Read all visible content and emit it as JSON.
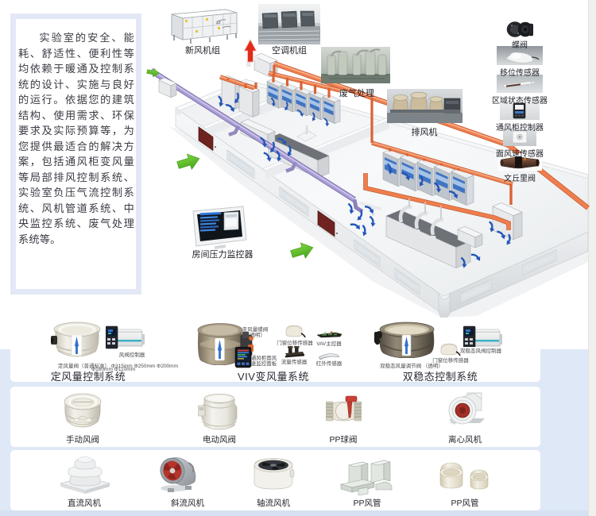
{
  "page": {
    "background": "#ffffff",
    "lower_background": "#dfe8f6",
    "footer_color": "#d5e1f2"
  },
  "intro": {
    "text": "实验室的安全、能耗、舒适性、便利性等均依赖于暖通及控制系统的设计、实施与良好的运行。依据您的建筑结构、使用需求、环保要求及实际预算等，为您提供最适合的解决方案，包括通风柜变风量等局部排风控制系统、实验室负压气流控制系统、风机管道系统、中央监控系统、废气处理系统等。"
  },
  "diagram": {
    "top_units": [
      {
        "label": "新风机组"
      },
      {
        "label": "空调机组"
      },
      {
        "label": "废气处理"
      },
      {
        "label": "排风机"
      }
    ],
    "side_components": [
      {
        "label": "蝶阀"
      },
      {
        "label": "移位传感器"
      },
      {
        "label": "区域状态传感器"
      },
      {
        "label": "通风柜控制器"
      },
      {
        "label": "面风速传感器"
      },
      {
        "label": "文丘里阀"
      }
    ],
    "monitor_label": "房间压力监控器"
  },
  "systems": {
    "cav": {
      "label": "定风量控制系统",
      "controller_label": "风阀控制器",
      "caption_line1": "定风量阀（普通标准） Φ315mm Φ250mm Φ200mm",
      "caption_line2": "Φ160mm Φ110mm"
    },
    "vav": {
      "label": "VIV变风量系统",
      "valve_caption_line1": "变风量蝶阀",
      "valve_caption_line2": "（透明）",
      "panel_caption_line1": "通风柜面风",
      "panel_caption_line2": "速监控面板",
      "parts": [
        {
          "label": "门窗位移传感器"
        },
        {
          "label": "VAV主控器"
        },
        {
          "label": "流量传感器"
        },
        {
          "label": "红外传感器"
        }
      ]
    },
    "bistable": {
      "label": "双稳态控制系统",
      "valve_caption": "双稳态风量调节阀 （透明）",
      "sensor_label": "门窗位移传感器",
      "controller_label": "双稳态风阀控制器"
    }
  },
  "products_row2": [
    {
      "label": "手动风阀"
    },
    {
      "label": "电动风阀"
    },
    {
      "label": "PP球阀"
    },
    {
      "label": "离心风机"
    }
  ],
  "products_row3": [
    {
      "label": "直流风机"
    },
    {
      "label": "斜流风机"
    },
    {
      "label": "轴流风机"
    },
    {
      "label": "PP风管"
    },
    {
      "label": "PP风管"
    }
  ]
}
